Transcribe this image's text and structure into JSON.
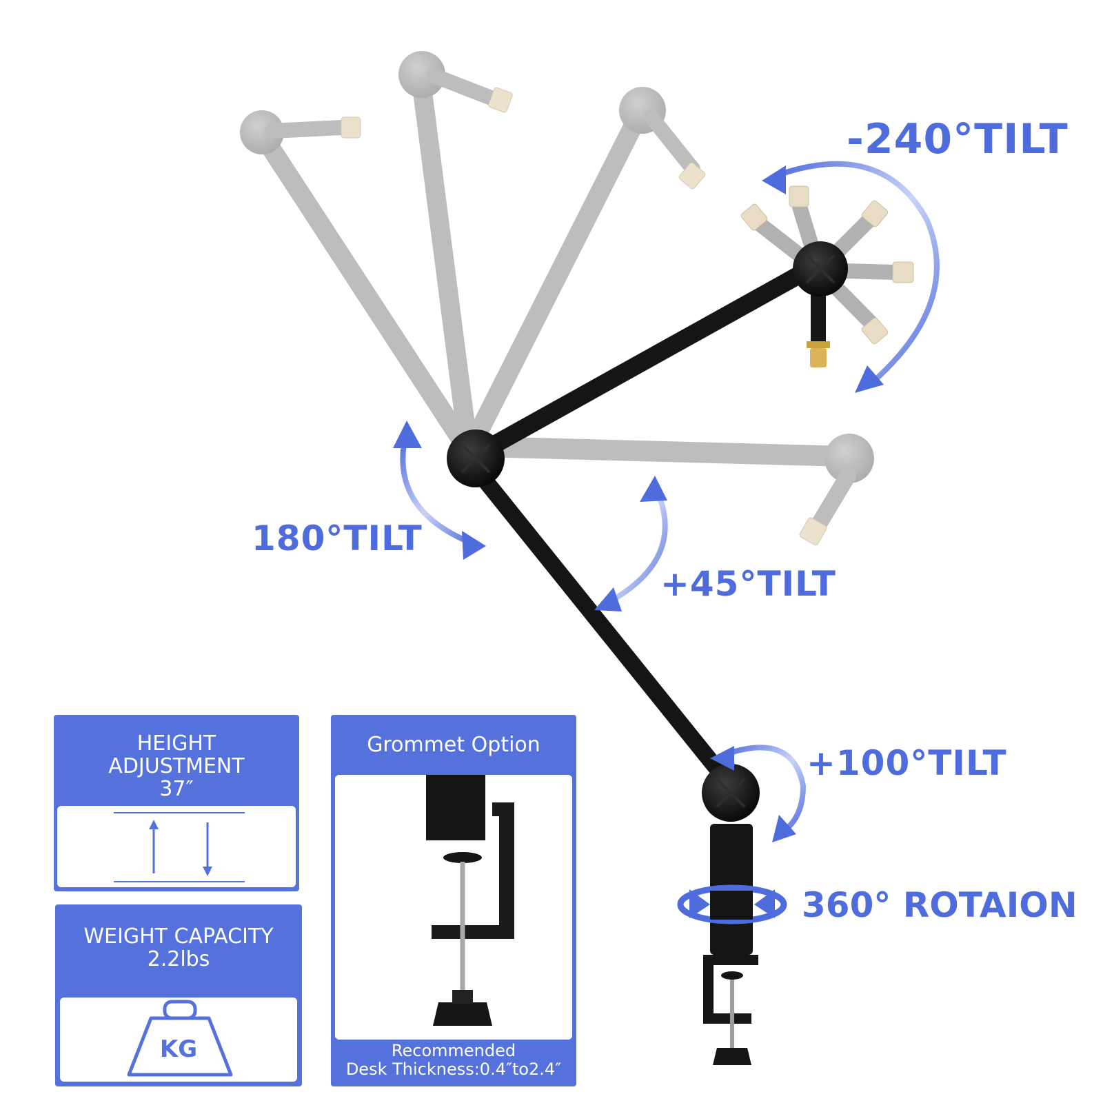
{
  "tilt_labels": {
    "tilt_240": "-240°TILT",
    "tilt_180": "180°TILT",
    "tilt_45": "+45°TILT",
    "tilt_100": "+100°TILT",
    "rotation_360": "360° ROTAION"
  },
  "height_card": {
    "line1": "HEIGHT",
    "line2": "ADJUSTMENT",
    "line3": "37″"
  },
  "weight_card": {
    "line1": "WEIGHT CAPACITY",
    "line2": "2.2lbs",
    "weight_symbol": "KG"
  },
  "grommet_card": {
    "title": "Grommet Option",
    "foot_line1": "Recommended",
    "foot_line2": "Desk Thickness:0.4″to2.4″"
  },
  "colors": {
    "accent_blue": "#5571dc",
    "label_blue": "#4f6cdc",
    "arm_black": "#151515",
    "ghost_gray": "#b4b4b4",
    "brass": "#e9dcc4"
  },
  "icons": [
    "up-down-arrows-icon",
    "weight-kg-icon",
    "curved-arrow-icon",
    "rotation-arrow-icon"
  ]
}
